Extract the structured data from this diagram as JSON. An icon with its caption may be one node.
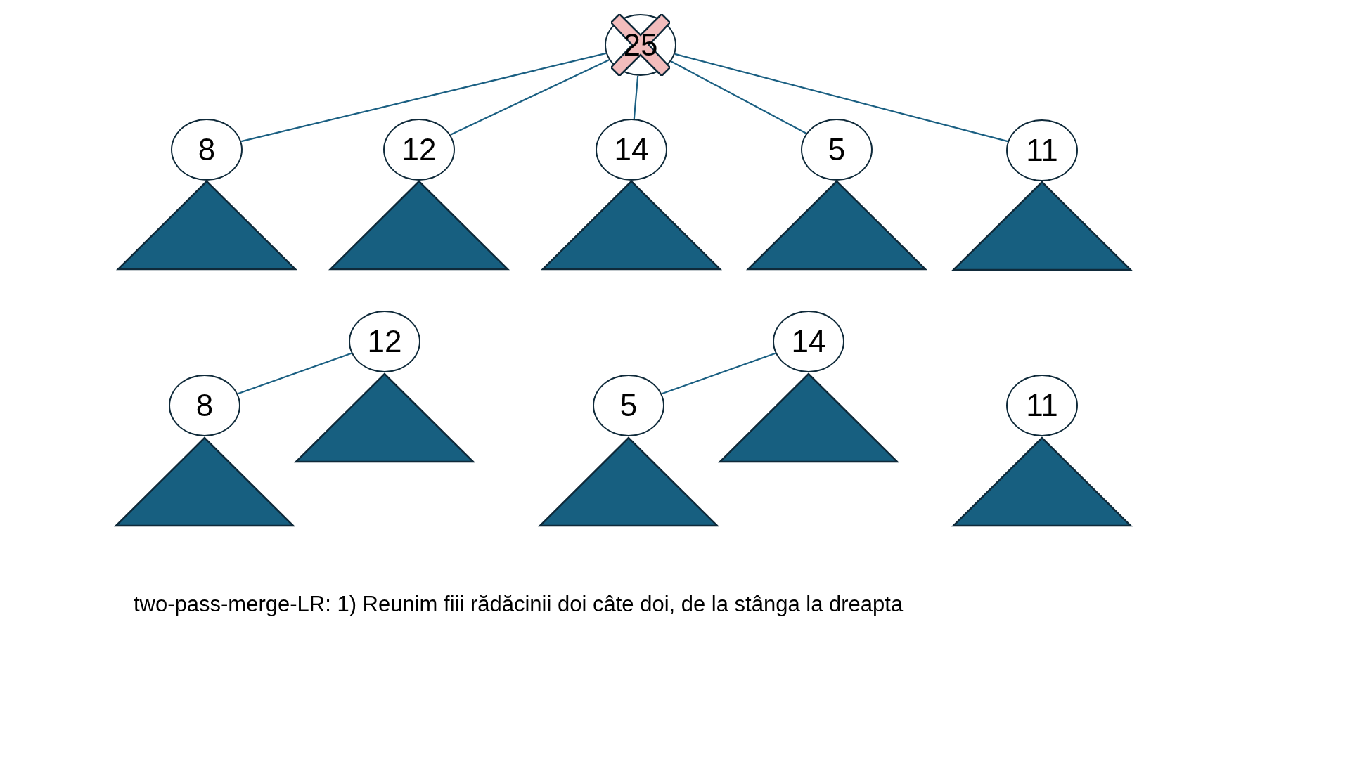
{
  "diagram": {
    "nodes": [
      {
        "text": [
          "25"
        ]
      },
      {
        "text": [
          "8"
        ]
      },
      {
        "text": [],
        "shape": "triangle"
      },
      {
        "text": [
          "12"
        ]
      },
      {
        "text": [],
        "shape": "triangle"
      },
      {
        "text": [
          "14"
        ]
      },
      {
        "text": [],
        "shape": "triangle"
      },
      {
        "text": [
          "5"
        ]
      },
      {
        "text": [],
        "shape": "triangle"
      },
      {
        "text": [
          "11"
        ]
      },
      {
        "text": [],
        "shape": "triangle"
      },
      {
        "text": [
          "12"
        ]
      },
      {
        "text": [],
        "shape": "triangle"
      },
      {
        "text": [
          "8"
        ]
      },
      {
        "text": [],
        "shape": "triangle"
      },
      {
        "text": [
          "14"
        ]
      },
      {
        "text": [],
        "shape": "triangle"
      },
      {
        "text": [
          "5"
        ]
      },
      {
        "text": [],
        "shape": "triangle"
      },
      {
        "text": [
          "11"
        ]
      },
      {
        "text": [],
        "shape": "triangle"
      }
    ],
    "edges": [
      {
        "from": 0,
        "to": 1,
        "arrow": "none"
      },
      {
        "from": 0,
        "to": 3,
        "arrow": "none"
      },
      {
        "from": 0,
        "to": 5,
        "arrow": "none"
      },
      {
        "from": 0,
        "to": 7,
        "arrow": "none"
      },
      {
        "from": 0,
        "to": 9,
        "arrow": "none"
      },
      {
        "from": 13,
        "to": 11,
        "arrow": "none"
      },
      {
        "from": 17,
        "to": 15,
        "arrow": "none"
      }
    ],
    "caption": "two-pass-merge-LR: 1) Reunim fiii rădăcinii doi câte doi, de la stânga la dreapta"
  }
}
